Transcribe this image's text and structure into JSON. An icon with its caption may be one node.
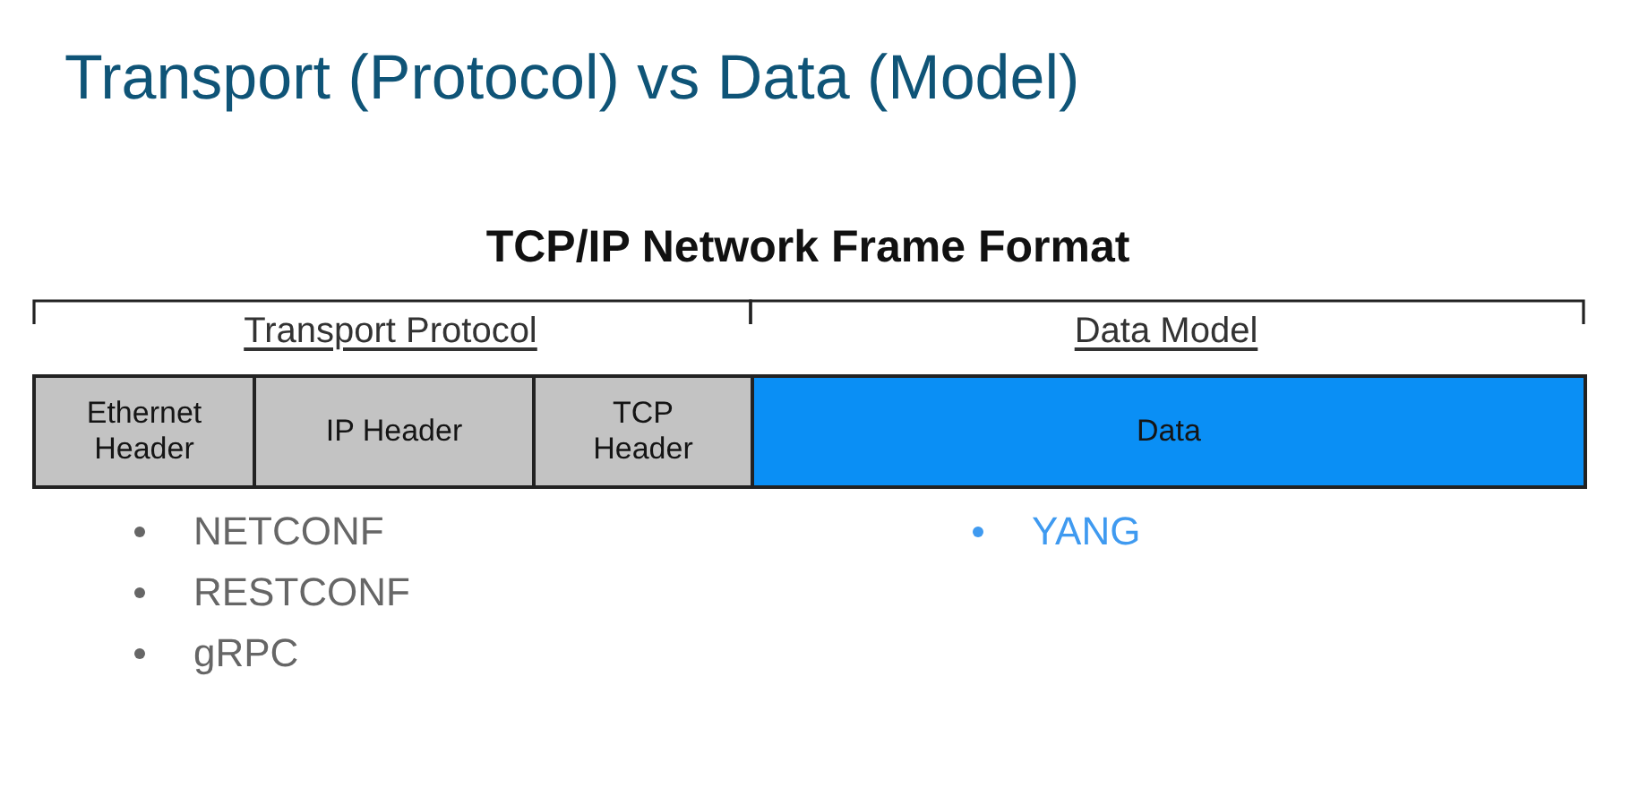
{
  "diagram": {
    "title": "Transport (Protocol) vs Data (Model)",
    "nodes": [
      {
        "text": [
          "Ethernet Header"
        ]
      },
      {
        "text": [
          "IP Header"
        ]
      },
      {
        "text": [
          "TCP Header"
        ]
      },
      {
        "text": [
          "Data"
        ]
      }
    ],
    "labels": [
      "TCP/IP Network Frame Format",
      "Transport Protocol",
      "Data Model",
      "NETCONF",
      "RESTCONF",
      "gRPC",
      "YANG"
    ]
  }
}
